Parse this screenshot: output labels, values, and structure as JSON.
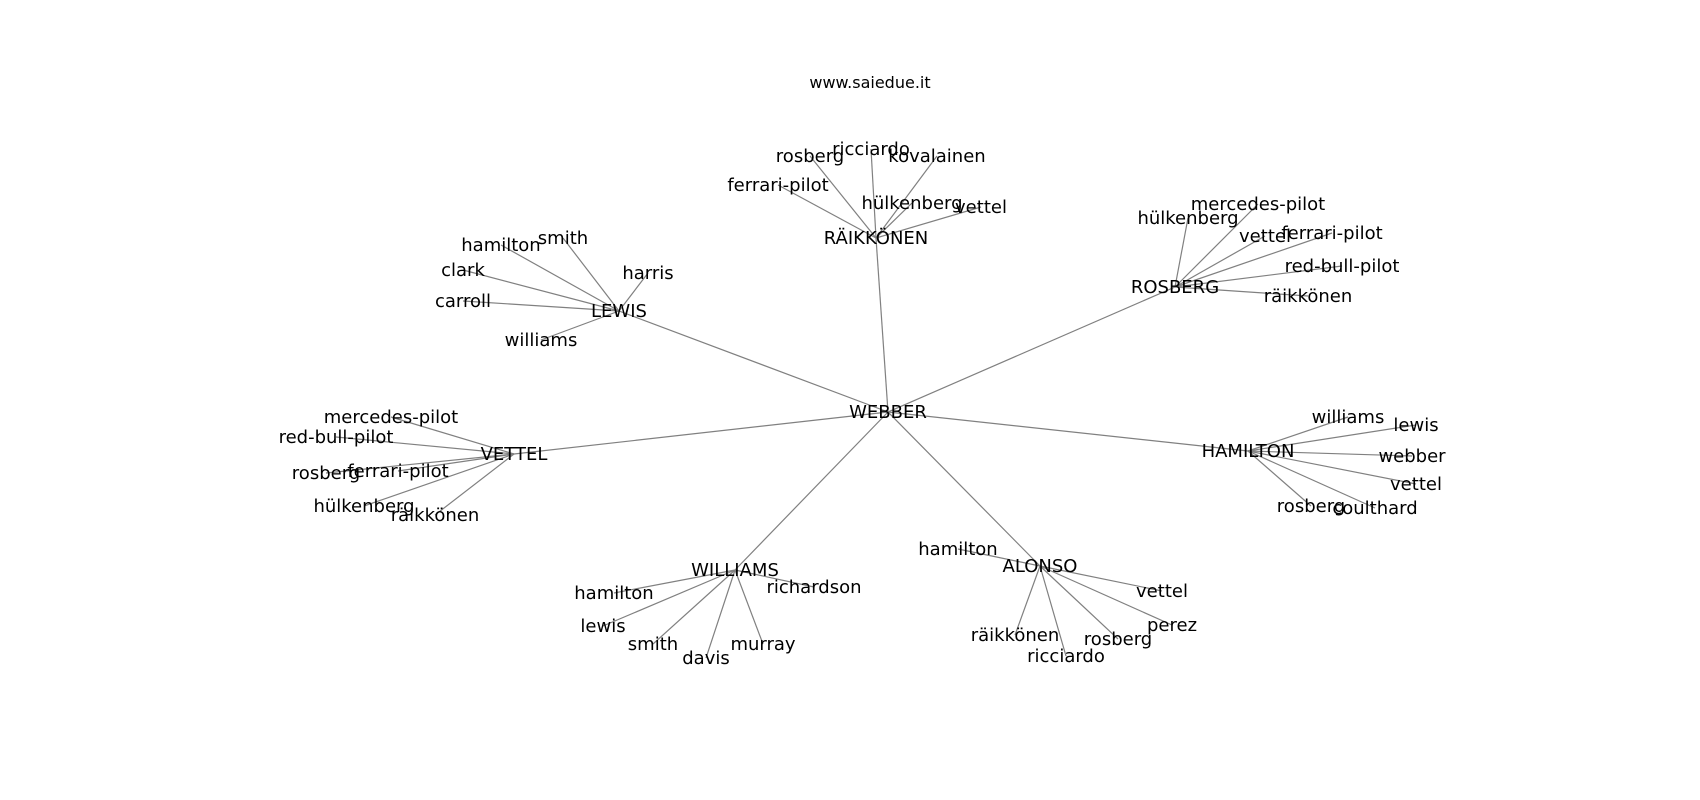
{
  "credit": "www.saiedue.it",
  "graph": {
    "root": "WEBBER",
    "hubs": [
      {
        "name": "RÄIKKÖNEN",
        "leaves": [
          "rosberg",
          "ricciardo",
          "kovalainen",
          "ferrari-pilot",
          "hülkenberg",
          "vettel"
        ]
      },
      {
        "name": "ROSBERG",
        "leaves": [
          "mercedes-pilot",
          "hülkenberg",
          "vettel",
          "ferrari-pilot",
          "red-bull-pilot",
          "räikkönen"
        ]
      },
      {
        "name": "LEWIS",
        "leaves": [
          "smith",
          "hamilton",
          "harris",
          "clark",
          "carroll",
          "williams"
        ]
      },
      {
        "name": "VETTEL",
        "leaves": [
          "mercedes-pilot",
          "red-bull-pilot",
          "rosberg",
          "ferrari-pilot",
          "hülkenberg",
          "räikkönen"
        ]
      },
      {
        "name": "HAMILTON",
        "leaves": [
          "williams",
          "lewis",
          "webber",
          "vettel",
          "rosberg",
          "coulthard"
        ]
      },
      {
        "name": "WILLIAMS",
        "leaves": [
          "richardson",
          "hamilton",
          "lewis",
          "smith",
          "davis",
          "murray"
        ]
      },
      {
        "name": "ALONSO",
        "leaves": [
          "hamilton",
          "vettel",
          "perez",
          "räikkönen",
          "rosberg",
          "ricciardo"
        ]
      }
    ]
  }
}
